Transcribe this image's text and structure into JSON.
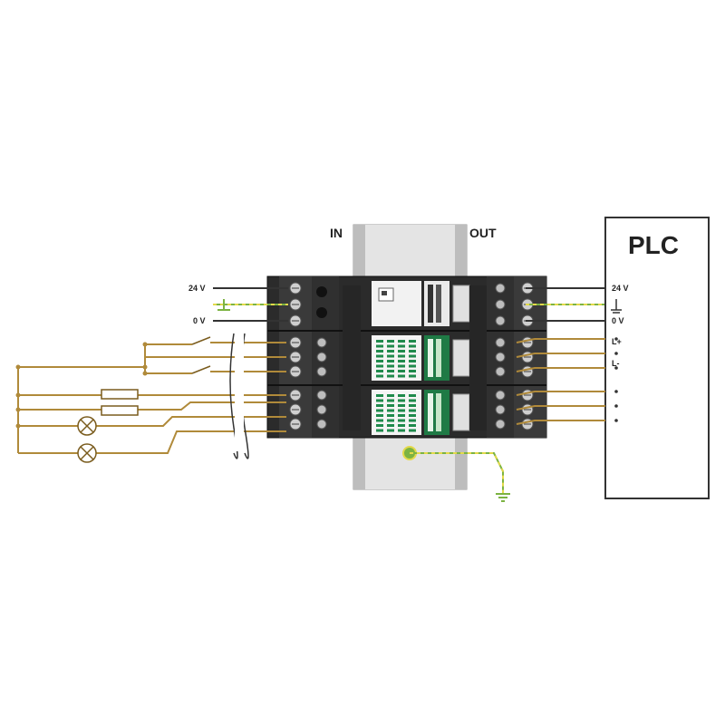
{
  "labels": {
    "in": "IN",
    "out": "OUT",
    "plc": "PLC",
    "left_24v": "24 V",
    "left_0v": "0 V",
    "right_24v": "24 V",
    "right_0v": "0 V",
    "l_plus": "L+",
    "l_minus": "L-"
  },
  "colors": {
    "wire": "#b08a3a",
    "wire_dark": "#7a5c1e",
    "ground_green": "#7cb342",
    "ground_yellow": "#e3d94a",
    "module_black": "#2a2a2a",
    "rail_gray": "#c9c9c9",
    "led_green": "#1f8a4c"
  },
  "icons": [
    "ground-icon",
    "ground-icon",
    "lamp-icon",
    "lamp-icon",
    "switch-icon",
    "resistor-icon"
  ]
}
